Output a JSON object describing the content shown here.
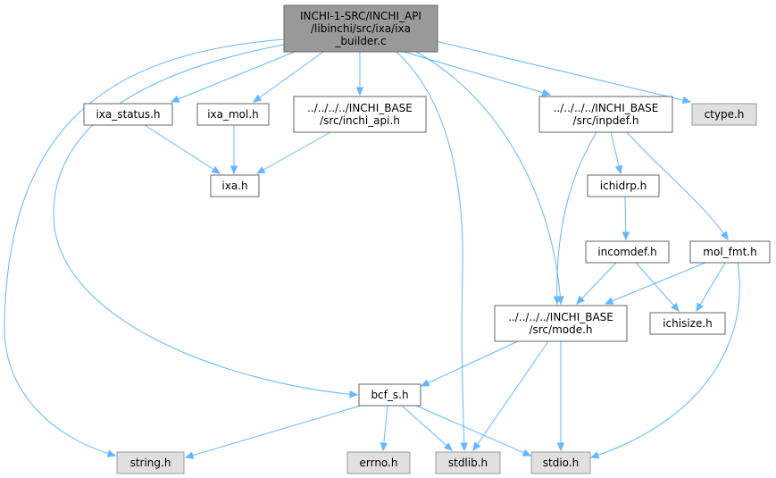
{
  "diagram": {
    "colors": {
      "edge": "#63b8ff",
      "node_border": "#666666",
      "node_fill": "#ffffff",
      "external_fill": "#e0e0e0",
      "external_border": "#999999",
      "root_fill": "#999999"
    },
    "nodes": {
      "root": {
        "lines": [
          "INCHI-1-SRC/INCHI_API",
          "/libinchi/src/ixa/ixa",
          "_builder.c"
        ],
        "kind": "root"
      },
      "ixa_status": {
        "lines": [
          "ixa_status.h"
        ],
        "kind": "std"
      },
      "ixa_mol": {
        "lines": [
          "ixa_mol.h"
        ],
        "kind": "std"
      },
      "inchi_api": {
        "lines": [
          "../../../../INCHI_BASE",
          "/src/inchi_api.h"
        ],
        "kind": "std"
      },
      "inpdef": {
        "lines": [
          "../../../../INCHI_BASE",
          "/src/inpdef.h"
        ],
        "kind": "std"
      },
      "ctype": {
        "lines": [
          "ctype.h"
        ],
        "kind": "ext"
      },
      "ixa": {
        "lines": [
          "ixa.h"
        ],
        "kind": "std"
      },
      "ichidrp": {
        "lines": [
          "ichidrp.h"
        ],
        "kind": "std"
      },
      "incomdef": {
        "lines": [
          "incomdef.h"
        ],
        "kind": "std"
      },
      "mol_fmt": {
        "lines": [
          "mol_fmt.h"
        ],
        "kind": "std"
      },
      "mode": {
        "lines": [
          "../../../../INCHI_BASE",
          "/src/mode.h"
        ],
        "kind": "std"
      },
      "ichisize": {
        "lines": [
          "ichisize.h"
        ],
        "kind": "std"
      },
      "bcf_s": {
        "lines": [
          "bcf_s.h"
        ],
        "kind": "std"
      },
      "string": {
        "lines": [
          "string.h"
        ],
        "kind": "ext"
      },
      "errno": {
        "lines": [
          "errno.h"
        ],
        "kind": "ext"
      },
      "stdlib": {
        "lines": [
          "stdlib.h"
        ],
        "kind": "ext"
      },
      "stdio": {
        "lines": [
          "stdio.h"
        ],
        "kind": "ext"
      }
    },
    "edges": [
      [
        "root",
        "ixa_status"
      ],
      [
        "root",
        "ixa_mol"
      ],
      [
        "root",
        "inchi_api"
      ],
      [
        "root",
        "inpdef"
      ],
      [
        "root",
        "ctype"
      ],
      [
        "root",
        "string"
      ],
      [
        "root",
        "bcf_s"
      ],
      [
        "root",
        "stdlib"
      ],
      [
        "root",
        "mode"
      ],
      [
        "ixa_status",
        "ixa"
      ],
      [
        "ixa_mol",
        "ixa"
      ],
      [
        "inchi_api",
        "ixa"
      ],
      [
        "inpdef",
        "ichidrp"
      ],
      [
        "inpdef",
        "mol_fmt"
      ],
      [
        "inpdef",
        "mode"
      ],
      [
        "ichidrp",
        "incomdef"
      ],
      [
        "incomdef",
        "mode"
      ],
      [
        "incomdef",
        "ichisize"
      ],
      [
        "mol_fmt",
        "mode"
      ],
      [
        "mol_fmt",
        "ichisize"
      ],
      [
        "mol_fmt",
        "stdio"
      ],
      [
        "mode",
        "bcf_s"
      ],
      [
        "mode",
        "stdlib"
      ],
      [
        "mode",
        "stdio"
      ],
      [
        "bcf_s",
        "string"
      ],
      [
        "bcf_s",
        "errno"
      ],
      [
        "bcf_s",
        "stdlib"
      ],
      [
        "bcf_s",
        "stdio"
      ]
    ]
  }
}
